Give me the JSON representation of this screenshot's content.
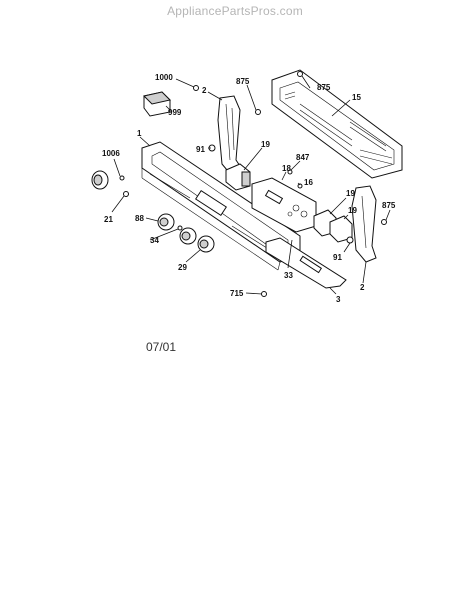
{
  "watermark": "AppliancePartsPros.com",
  "date_code": "07/01",
  "callouts": [
    {
      "id": "c1000",
      "text": "1000"
    },
    {
      "id": "c999",
      "text": "999"
    },
    {
      "id": "c875a",
      "text": "875"
    },
    {
      "id": "c875b",
      "text": "875"
    },
    {
      "id": "c875c",
      "text": "875"
    },
    {
      "id": "c2a",
      "text": "2"
    },
    {
      "id": "c15",
      "text": "15"
    },
    {
      "id": "c1",
      "text": "1"
    },
    {
      "id": "c91a",
      "text": "91"
    },
    {
      "id": "c19a",
      "text": "19"
    },
    {
      "id": "c847",
      "text": "847"
    },
    {
      "id": "c18",
      "text": "18"
    },
    {
      "id": "c16",
      "text": "16"
    },
    {
      "id": "c1006",
      "text": "1006"
    },
    {
      "id": "c21",
      "text": "21"
    },
    {
      "id": "c88",
      "text": "88"
    },
    {
      "id": "c34",
      "text": "34"
    },
    {
      "id": "c29",
      "text": "29"
    },
    {
      "id": "c19b",
      "text": "19"
    },
    {
      "id": "c19c",
      "text": "19"
    },
    {
      "id": "c91b",
      "text": "91"
    },
    {
      "id": "c33",
      "text": "33"
    },
    {
      "id": "c2b",
      "text": "2"
    },
    {
      "id": "c715",
      "text": "715"
    },
    {
      "id": "c3",
      "text": "3"
    }
  ]
}
